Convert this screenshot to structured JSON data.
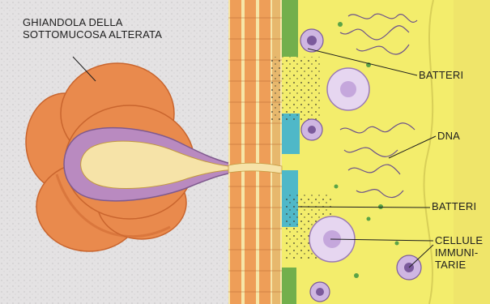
{
  "labels": {
    "gland": {
      "line1": "GHIANDOLA DELLA",
      "line2": "SOTTOMUCOSA ALTERATA"
    },
    "bacteria_top": "BATTERI",
    "dna": "DNA",
    "bacteria_mid": "BATTERI",
    "immune_cells": {
      "line1": "CELLULE",
      "line2": "IMMUNI-",
      "line3": "TARIE"
    }
  },
  "colors": {
    "submucosa_bg": "#e4e2e3",
    "gland_orange": "#e98a4d",
    "gland_shadow": "#d06a33",
    "duct_lining": "#b98ac0",
    "epithelium_orange": "#ee9e58",
    "epithelium_cream": "#f6e6a8",
    "lumen_yellow": "#f3ed6c",
    "mucus_cyan": "#4fb8c8",
    "bacteria_green": "#5aa347",
    "dna_purple": "#6a4f8c",
    "immune_cell_lilac": "#cfb6e2",
    "leader_line": "#1e1e1e"
  }
}
